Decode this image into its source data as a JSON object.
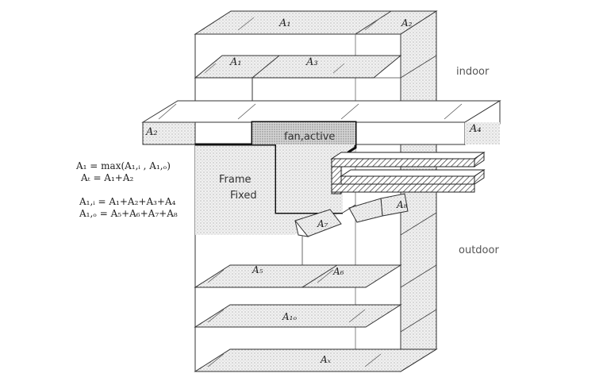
{
  "diagram": {
    "labels": {
      "top_left": "A₁",
      "top_right": "A₂",
      "upper_left": "A₁",
      "upper_mid": "A₃",
      "side_left": "A₂",
      "side_right": "A₄",
      "a7": "A₇",
      "a8": "A₈",
      "a5": "A₅",
      "a6": "A₆",
      "a1o": "A₁ₒ",
      "bottom": "Aₓ"
    },
    "text": {
      "indoor": "indoor",
      "outdoor": "outdoor",
      "fan": "fan,active",
      "frame": "Frame",
      "fixed": "Fixed"
    },
    "equations": [
      "A₁ = max(A₁,ᵢ , A₁,ₒ)",
      "Aₜ = A₁+A₂",
      "A₁,ᵢ = A₁+A₂+A₃+A₄",
      "A₁,ₒ = A₅+A₆+A₇+A₈"
    ]
  }
}
